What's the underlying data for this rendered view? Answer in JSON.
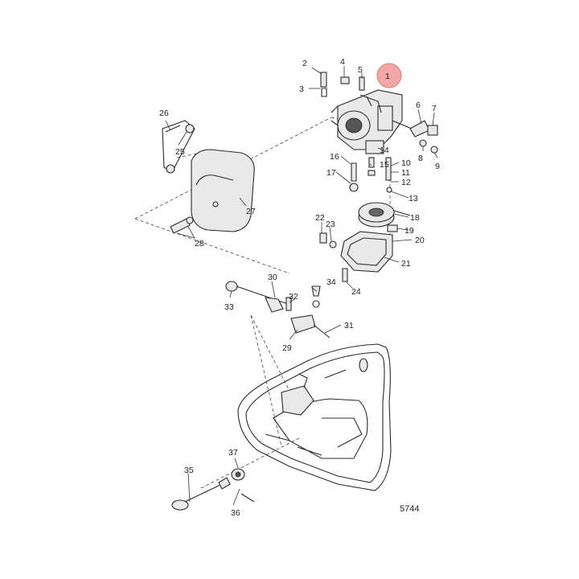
{
  "figure_number": "5744",
  "highlight_color": "#f3a6a6",
  "callouts": [
    {
      "id": "c1",
      "text": "1"
    },
    {
      "id": "c2",
      "text": "2"
    },
    {
      "id": "c3",
      "text": "3"
    },
    {
      "id": "c4",
      "text": "4"
    },
    {
      "id": "c5",
      "text": "5"
    },
    {
      "id": "c6",
      "text": "6"
    },
    {
      "id": "c7",
      "text": "7"
    },
    {
      "id": "c8",
      "text": "8"
    },
    {
      "id": "c9",
      "text": "9"
    },
    {
      "id": "c10",
      "text": "10"
    },
    {
      "id": "c11",
      "text": "11"
    },
    {
      "id": "c12",
      "text": "12"
    },
    {
      "id": "c13",
      "text": "13"
    },
    {
      "id": "c14",
      "text": "14"
    },
    {
      "id": "c15",
      "text": "15"
    },
    {
      "id": "c16",
      "text": "16"
    },
    {
      "id": "c17",
      "text": "17"
    },
    {
      "id": "c18",
      "text": "18"
    },
    {
      "id": "c19",
      "text": "19"
    },
    {
      "id": "c20",
      "text": "20"
    },
    {
      "id": "c21",
      "text": "21"
    },
    {
      "id": "c22",
      "text": "22"
    },
    {
      "id": "c23",
      "text": "23"
    },
    {
      "id": "c24",
      "text": "24"
    },
    {
      "id": "c25",
      "text": "25"
    },
    {
      "id": "c26",
      "text": "26"
    },
    {
      "id": "c27",
      "text": "27"
    },
    {
      "id": "c28",
      "text": "28"
    },
    {
      "id": "c29",
      "text": "29"
    },
    {
      "id": "c30",
      "text": "30"
    },
    {
      "id": "c31",
      "text": "31"
    },
    {
      "id": "c32",
      "text": "32"
    },
    {
      "id": "c33",
      "text": "33"
    },
    {
      "id": "c34",
      "text": "34"
    },
    {
      "id": "c35",
      "text": "35"
    },
    {
      "id": "c36",
      "text": "36"
    },
    {
      "id": "c37",
      "text": "37"
    }
  ]
}
